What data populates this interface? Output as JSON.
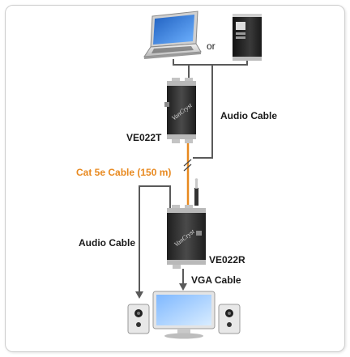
{
  "labels": {
    "or": "or",
    "audio_cable_top": "Audio Cable",
    "ve022t": "VE022T",
    "cat5e_cable": "Cat 5e Cable (150 m)",
    "audio_cable_left": "Audio Cable",
    "ve022r": "VE022R",
    "vga_cable": "VGA Cable"
  },
  "device_brand": "VanCryst",
  "colors": {
    "cat5e_cable": "#e8891f",
    "cable_gray": "#5a5a5a",
    "device_body": "#2e2e2e"
  }
}
